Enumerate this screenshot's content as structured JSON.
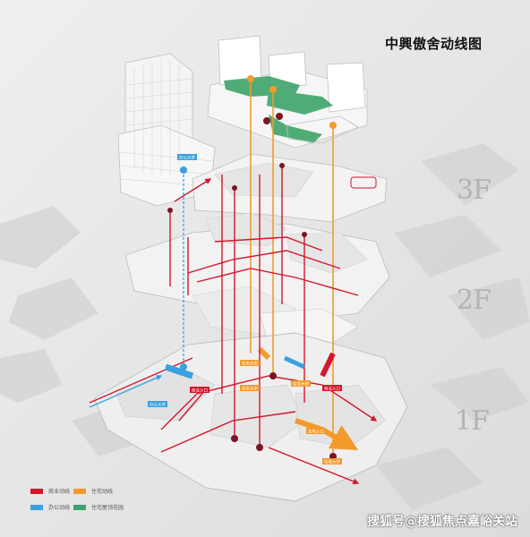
{
  "title": "中興傲舍动线图",
  "floors": {
    "f3": "3F",
    "f2": "2F",
    "f1": "1F"
  },
  "legend": {
    "commercial": "商业动线",
    "residential": "住宅动线",
    "office": "办公动线",
    "garden": "住宅屋顶花园"
  },
  "tags": {
    "office_lobby_top": "办公大堂",
    "office_lobby_1f": "办公大堂",
    "residential_lobby_1": "住宅大堂",
    "residential_lobby_2": "住宅大堂",
    "residential_lobby_3": "住宅大堂",
    "residential_lobby_4": "住宅大堂",
    "residential_entry": "住宅入口",
    "commercial_entry_1": "商业入口",
    "commercial_entry_2": "商业入口"
  },
  "colors": {
    "commercial": "#d3172c",
    "residential": "#f39a2b",
    "office": "#3aa0e0",
    "garden": "#3fa46a"
  },
  "icons": {
    "elevator": "elevator-icon",
    "escalator": "escalator-icon"
  },
  "watermark": "搜狐号@搜狐焦点嘉峪关站"
}
